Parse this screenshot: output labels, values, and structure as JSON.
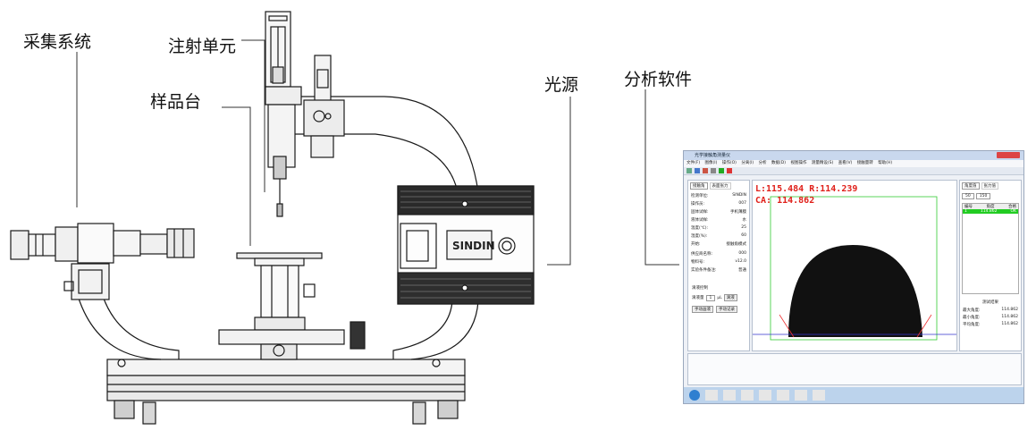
{
  "labels": {
    "acquisition": "采集系统",
    "injection": "注射单元",
    "stage": "样品台",
    "light": "光源",
    "software": "分析软件"
  },
  "brand": "SINDIN",
  "software": {
    "window_title": "光学接触角测量仪",
    "menu": [
      "文件(F)",
      "图像(I)",
      "操作(O)",
      "分离(I)",
      "分析",
      "数据(D)",
      "视图操作",
      "测量精设(S)",
      "查看(V)",
      "接触量转",
      "帮助(H)"
    ],
    "tabs_left": [
      "接触角",
      "表面张力"
    ],
    "fields": [
      {
        "label": "检测单位:",
        "value": "SINDIN"
      },
      {
        "label": "操作员:",
        "value": "007"
      },
      {
        "label": "固体试样:",
        "value": "手机薄膜"
      },
      {
        "label": "液体试样:",
        "value": "水"
      },
      {
        "label": "温度(℃):",
        "value": "25"
      },
      {
        "label": "湿度(%):",
        "value": "60"
      },
      {
        "label": "开始:",
        "value": "接触角模式"
      },
      {
        "label": "供应商名称:",
        "value": "000"
      },
      {
        "label": "物料号:",
        "value": "v12.0"
      },
      {
        "label": "实验条件备注:",
        "value": "普通"
      }
    ],
    "drop_control": "滴液控制",
    "drop_amount_label": "滴液量",
    "drop_amount_value": "1",
    "drop_unit": "μL",
    "drop_button": "滴液",
    "manual_button": "手动画液",
    "record_button": "手动记录",
    "readout_lr": "L:115.484  R:114.239",
    "readout_ca": "CA: 114.862",
    "tabs_right": [
      "角度值",
      "张力值"
    ],
    "right_select": "50",
    "right_select2": "150",
    "table_headers": [
      "编号",
      "角度",
      "合格"
    ],
    "table_row": [
      "1",
      "114.862",
      "OK"
    ],
    "result_title": "测试结果",
    "results": [
      {
        "label": "最大角度:",
        "value": "114.862"
      },
      {
        "label": "最小角度:",
        "value": "114.862"
      },
      {
        "label": "平均角度:",
        "value": "114.862"
      }
    ]
  }
}
